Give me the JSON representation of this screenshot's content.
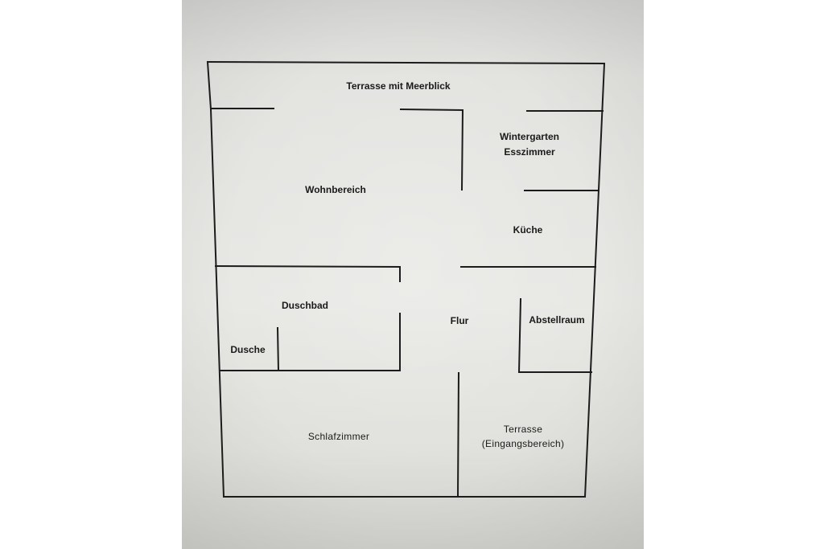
{
  "floor_plan": {
    "rooms": {
      "terrace_sea_view": "Terrasse mit Meerblick",
      "winter_garden": "Wintergarten",
      "dining_room": "Esszimmer",
      "living_area": "Wohnbereich",
      "kitchen": "Küche",
      "shower_bath": "Duschbad",
      "hallway": "Flur",
      "storage_room": "Abstellraum",
      "shower": "Dusche",
      "bedroom": "Schlafzimmer",
      "entrance_terrace_line1": "Terrasse",
      "entrance_terrace_line2": "(Eingangsbereich)"
    }
  },
  "colors": {
    "walls": "#1c1c1c",
    "paper": "#e6e6e3",
    "background": "#ffffff"
  }
}
